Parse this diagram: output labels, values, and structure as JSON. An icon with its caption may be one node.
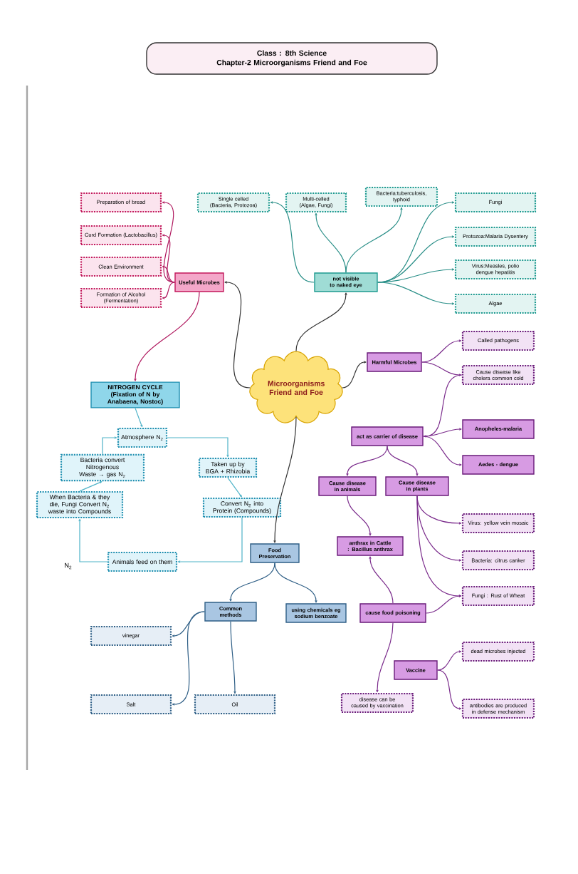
{
  "diagram": {
    "nodes": [
      {
        "text": [
          "Class : 8th Science",
          "Chapter-2 Microorganisms Friend and Foe"
        ]
      },
      {
        "text": [
          "Microorganisms Friend and Foe"
        ]
      },
      {
        "text": [
          "Useful Microbes"
        ]
      },
      {
        "text": [
          "Preparation of bread"
        ]
      },
      {
        "text": [
          "Curd Formation (Lactobacillus)"
        ]
      },
      {
        "text": [
          "Clean Environment"
        ]
      },
      {
        "text": [
          "Formation of Alcohol (Fermentation)"
        ]
      },
      {
        "text": [
          "not visible to naked eye"
        ]
      },
      {
        "text": [
          "Single celled (Bacteria, Protozoa)"
        ]
      },
      {
        "text": [
          "Multi-celled (Algae, Fungi)"
        ]
      },
      {
        "text": [
          "Bacteria:tuberculosis, typhoid"
        ]
      },
      {
        "text": [
          "Fungi"
        ]
      },
      {
        "text": [
          "Protozoa:Malaria Dysentery"
        ]
      },
      {
        "text": [
          "Virus:Measles, polio dengue hepatitis"
        ]
      },
      {
        "text": [
          "Algae"
        ]
      },
      {
        "text": [
          "Harmful Microbes"
        ]
      },
      {
        "text": [
          "Called pathogens"
        ]
      },
      {
        "text": [
          "Cause disease like cholera common cold"
        ]
      },
      {
        "text": [
          "act as carrier of disease"
        ]
      },
      {
        "text": [
          "Anopheles-malaria"
        ]
      },
      {
        "text": [
          "Aedes - dengue"
        ]
      },
      {
        "text": [
          "Cause disease in animals"
        ]
      },
      {
        "text": [
          "Cause disease in plants"
        ]
      },
      {
        "text": [
          "Virus: yellow vein mosaic"
        ]
      },
      {
        "text": [
          "Bacteria: citrus canker"
        ]
      },
      {
        "text": [
          "Fungi : Rust of Wheat"
        ]
      },
      {
        "text": [
          "anthrax in Cattle : Bacillus anthrax"
        ]
      },
      {
        "text": [
          "cause food poisoning"
        ]
      },
      {
        "text": [
          "Vaccine"
        ]
      },
      {
        "text": [
          "dead microbes injected"
        ]
      },
      {
        "text": [
          "antibodies are produced in defense mechanism"
        ]
      },
      {
        "text": [
          "disease can be caused by vaccination"
        ]
      },
      {
        "text": [
          "NITROGEN CYCLE",
          "(Fixation of N by Anabaena, Nostoc)"
        ]
      },
      {
        "text": [
          "Atmosphere N$_{2}$"
        ]
      },
      {
        "text": [
          "Bacteria convert Nitrogenous Waste → gas N$_{2}$"
        ]
      },
      {
        "text": [
          "Taken up by BGA + Rhizobia"
        ]
      },
      {
        "text": [
          "When Bacteria & they die, Fungi Convert N$_{2}$ waste into Compounds"
        ]
      },
      {
        "text": [
          "Convert N$_{2}$ into Protein (Compounds)"
        ]
      },
      {
        "text": [
          "Animals feed on them"
        ]
      },
      {
        "text": [
          "Food Preservation"
        ]
      },
      {
        "text": [
          "Common methods"
        ]
      },
      {
        "text": [
          "using chemicals eg sodium benzoate"
        ]
      },
      {
        "text": [
          "vinegar"
        ]
      },
      {
        "text": [
          "Salt"
        ]
      },
      {
        "text": [
          "Oil"
        ]
      }
    ],
    "edges": [
      {
        "from": 1,
        "to": 2,
        "arrow": "to",
        "color": "#333333"
      },
      {
        "from": 1,
        "to": 7,
        "arrow": "to",
        "color": "#333333"
      },
      {
        "from": 1,
        "to": 15,
        "arrow": "to",
        "color": "#333333"
      },
      {
        "from": 1,
        "to": 39,
        "arrow": "to",
        "color": "#333333"
      },
      {
        "from": 2,
        "to": 3,
        "arrow": "to",
        "color": "#b0195f"
      },
      {
        "from": 2,
        "to": 4,
        "arrow": "to",
        "color": "#b0195f"
      },
      {
        "from": 2,
        "to": 5,
        "arrow": "to",
        "color": "#b0195f"
      },
      {
        "from": 2,
        "to": 6,
        "arrow": "to",
        "color": "#b0195f"
      },
      {
        "from": 2,
        "to": 32,
        "arrow": "to",
        "color": "#b0195f"
      },
      {
        "from": 7,
        "to": 8,
        "arrow": "to",
        "color": "#2a8f88"
      },
      {
        "from": 7,
        "to": 9,
        "arrow": "to",
        "color": "#2a8f88"
      },
      {
        "from": 7,
        "to": 10,
        "arrow": "to",
        "color": "#2a8f88"
      },
      {
        "from": 7,
        "to": 11,
        "arrow": "to",
        "color": "#2a8f88"
      },
      {
        "from": 7,
        "to": 12,
        "arrow": "to",
        "color": "#2a8f88"
      },
      {
        "from": 7,
        "to": 13,
        "arrow": "to",
        "color": "#2a8f88"
      },
      {
        "from": 7,
        "to": 14,
        "arrow": "to",
        "color": "#2a8f88"
      },
      {
        "from": 15,
        "to": 16,
        "arrow": "to"
      },
      {
        "from": 15,
        "to": 17,
        "arrow": "to"
      },
      {
        "from": 17,
        "to": 18,
        "arrow": "to"
      },
      {
        "from": 18,
        "to": 19,
        "arrow": "to"
      },
      {
        "from": 18,
        "to": 20,
        "arrow": "to"
      },
      {
        "from": 18,
        "to": 21,
        "arrow": "to"
      },
      {
        "from": 18,
        "to": 22,
        "arrow": "to"
      },
      {
        "from": 21,
        "to": 26,
        "arrow": "to"
      },
      {
        "from": 22,
        "to": 23,
        "arrow": "to"
      },
      {
        "from": 22,
        "to": 24,
        "arrow": "to"
      },
      {
        "from": 22,
        "to": 25,
        "arrow": "to"
      },
      {
        "from": 27,
        "to": 26,
        "arrow": "to"
      },
      {
        "from": 27,
        "to": 25,
        "arrow": "to"
      },
      {
        "from": 27,
        "to": 31,
        "arrow": "to"
      },
      {
        "from": 28,
        "to": 29,
        "arrow": "to"
      },
      {
        "from": 28,
        "to": 30,
        "arrow": "to"
      },
      {
        "from": 32,
        "to": 33,
        "arrow": "to",
        "color": "#4fb3c8"
      },
      {
        "from": 33,
        "to": 35,
        "arrow": "to",
        "color": "#4fb3c8"
      },
      {
        "from": 35,
        "to": 37,
        "arrow": "to",
        "color": "#4fb3c8"
      },
      {
        "from": 37,
        "to": 38,
        "arrow": "to",
        "color": "#4fb3c8"
      },
      {
        "from": 38,
        "to": 36,
        "arrow": "to",
        "color": "#4fb3c8"
      },
      {
        "from": 36,
        "to": 34,
        "arrow": "to",
        "color": "#4fb3c8"
      },
      {
        "from": 34,
        "to": 33,
        "arrow": "to",
        "color": "#4fb3c8"
      },
      {
        "from": 39,
        "to": 40,
        "arrow": "to",
        "color": "#2f5f86"
      },
      {
        "from": 39,
        "to": 41,
        "arrow": "to",
        "color": "#2f5f86"
      },
      {
        "from": 40,
        "to": 42,
        "arrow": "to",
        "color": "#2f5f86"
      },
      {
        "from": 40,
        "to": 43,
        "arrow": "to",
        "color": "#2f5f86"
      },
      {
        "from": 40,
        "to": 44,
        "arrow": "to",
        "color": "#2f5f86"
      }
    ],
    "labels": [
      "N$_{2}$"
    ]
  }
}
